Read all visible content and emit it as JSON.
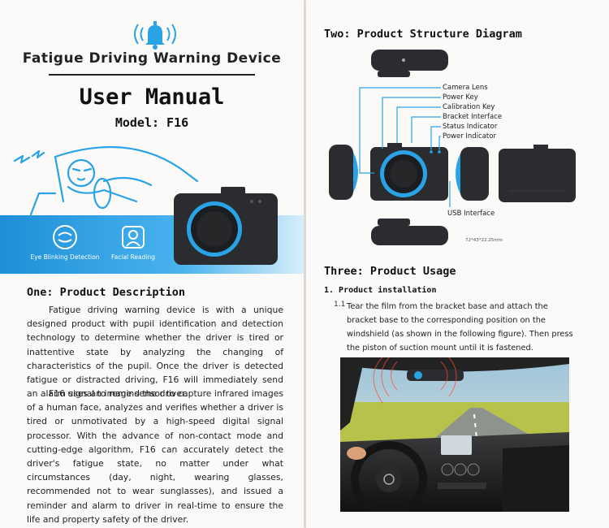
{
  "left": {
    "title": "Fatigue Driving Warning Device",
    "manual": "User Manual",
    "model": "Model: F16",
    "features": [
      "Eye Blinking Detection",
      "Facial Reading"
    ],
    "section1": {
      "heading": "One: Product Description",
      "para1": "Fatigue driving warning device is with a unique designed product with pupil identification and detection technology to determine whether the driver is tired or inattentive state by analyzing the changing of characteristics of the pupil. Once the driver is detected fatigue or distracted driving, F16 will immediately send an alarm signal to remind the driver.",
      "para2": "F16 uses an image sensor to capture infrared images of a human face, analyzes and verifies whether a driver is tired or unmotivated by a high-speed digital signal processor. With the advance of non-contact mode and cutting-edge algorithm, F16 can accurately detect the driver's fatigue state, no matter under what circumstances (day, night, wearing glasses, recommended not to wear sunglasses), and issued a reminder and alarm to driver in real-time to ensure the life and property safety of the driver."
    }
  },
  "right": {
    "section2": {
      "heading": "Two: Product Structure Diagram",
      "labels": [
        "Camera Lens",
        "Power Key",
        "Calibration Key",
        "Bracket Interface",
        "Status Indicator",
        "Power Indicator"
      ],
      "usb": "USB Interface",
      "dimensions": "72*43*22.25mm"
    },
    "section3": {
      "heading": "Three: Product Usage",
      "sub": "1. Product installation",
      "step_num": "1.1",
      "step": "Tear the film from the bracket base and attach the bracket base to the corresponding position on the windshield (as shown in the following figure). Then press the piston of suction mount until it is fastened."
    }
  },
  "colors": {
    "accent": "#2aa3e6",
    "device": "#2a2c30"
  }
}
